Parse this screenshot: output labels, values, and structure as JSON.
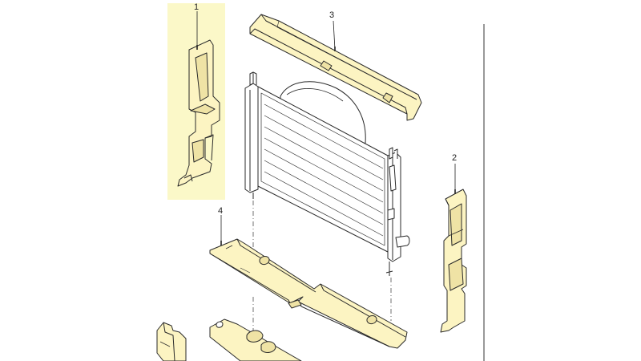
{
  "diagram": {
    "callouts": [
      {
        "id": "part-1",
        "label": "1"
      },
      {
        "id": "part-2",
        "label": "2"
      },
      {
        "id": "part-3",
        "label": "3"
      },
      {
        "id": "part-4",
        "label": "4"
      }
    ],
    "colors": {
      "highlight": "#fbf8c8",
      "part_fill": "#fcf4c2",
      "part_shade": "#efe3a5",
      "outline": "#2a2a2a"
    }
  }
}
